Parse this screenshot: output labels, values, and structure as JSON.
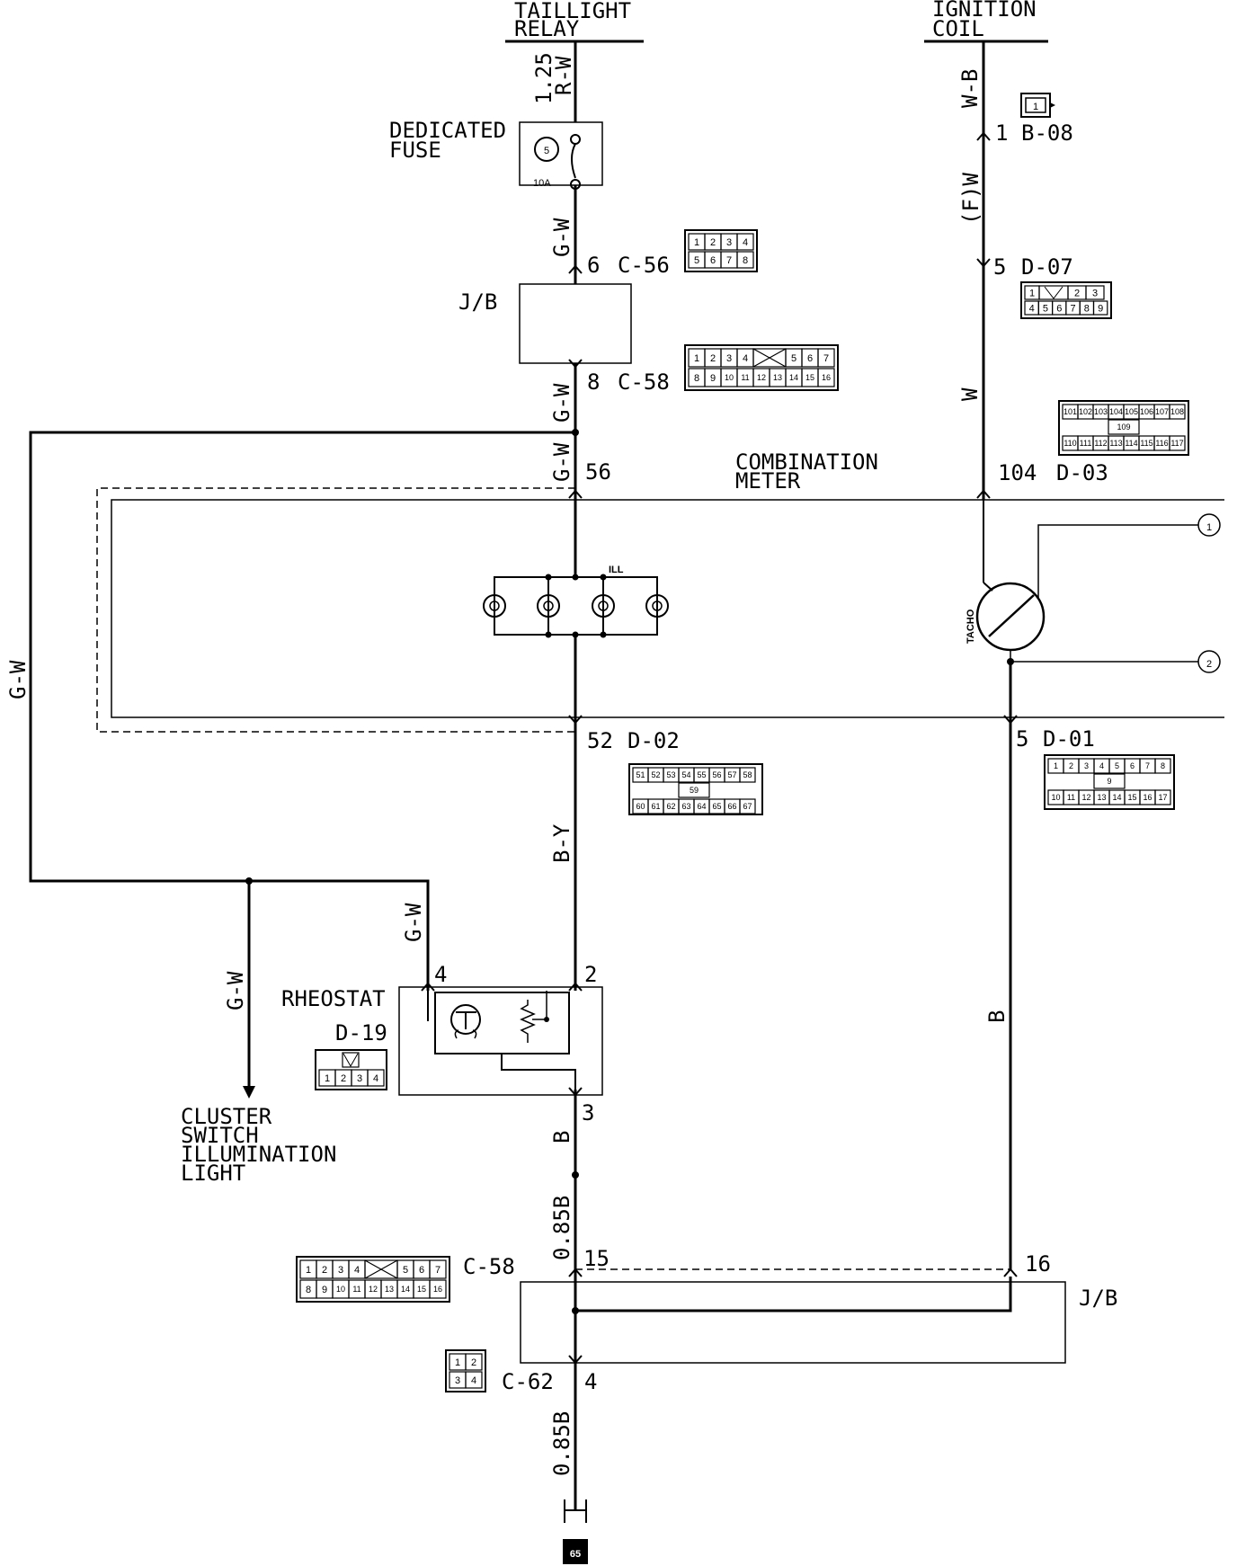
{
  "components": {
    "taillight_relay": [
      "TAILLIGHT",
      "RELAY"
    ],
    "ignition_coil": [
      "IGNITION",
      "COIL"
    ],
    "dedicated_fuse": [
      "DEDICATED",
      "FUSE"
    ],
    "fuse_number": "5",
    "fuse_rating": "10A",
    "jb": "J/B",
    "combination_meter": [
      "COMBINATION",
      "METER"
    ],
    "ill": "ILL",
    "tacho": "TACHO",
    "rheostat": "RHEOSTAT",
    "rheostat_connector": "D-19",
    "cluster_light": [
      "CLUSTER",
      "SWITCH",
      "ILLUMINATION",
      "LIGHT"
    ]
  },
  "wires": {
    "relay_out_size": "1.25",
    "relay_out_color": "R-W",
    "gw": "G-W",
    "by": "B-Y",
    "b": "B",
    "b085": "0.85B",
    "wb": "W-B",
    "fw": "(F)W",
    "w": "W"
  },
  "connectors": {
    "c56": {
      "pin": "6",
      "name": "C-56",
      "pins": [
        "1",
        "2",
        "3",
        "4",
        "5",
        "6",
        "7",
        "8"
      ]
    },
    "c58_top": {
      "pin": "8",
      "name": "C-58",
      "pins": [
        "1",
        "2",
        "3",
        "4",
        "5",
        "6",
        "7",
        "8",
        "9",
        "10",
        "11",
        "12",
        "13",
        "14",
        "15",
        "16"
      ]
    },
    "d02": {
      "pin_in": "56",
      "pin_out": "52",
      "name": "D-02",
      "pins_top": [
        "51",
        "52",
        "53",
        "54",
        "55",
        "56",
        "57",
        "58"
      ],
      "pin_mid": "59",
      "pins_bot": [
        "60",
        "61",
        "62",
        "63",
        "64",
        "65",
        "66",
        "67"
      ]
    },
    "b08": {
      "pin": "1",
      "name": "B-08",
      "pins": [
        "1"
      ]
    },
    "d07": {
      "pin": "5",
      "name": "D-07",
      "pins": [
        "1",
        "2",
        "3",
        "4",
        "5",
        "6",
        "7",
        "8",
        "9"
      ]
    },
    "d03": {
      "pin": "104",
      "name": "D-03",
      "pins_top": [
        "101",
        "102",
        "103",
        "104",
        "105",
        "106",
        "107",
        "108"
      ],
      "pin_mid": "109",
      "pins_bot": [
        "110",
        "111",
        "112",
        "113",
        "114",
        "115",
        "116",
        "117"
      ]
    },
    "d01": {
      "pin": "5",
      "name": "D-01",
      "pins_top": [
        "1",
        "2",
        "3",
        "4",
        "5",
        "6",
        "7",
        "8"
      ],
      "pin_mid": "9",
      "pins_bot": [
        "10",
        "11",
        "12",
        "13",
        "14",
        "15",
        "16",
        "17"
      ]
    },
    "d19": {
      "pins": [
        "1",
        "2",
        "3",
        "4"
      ],
      "pin_gw": "4",
      "pin_by": "2",
      "pin_b": "3"
    },
    "c58_bot": {
      "name": "C-58",
      "pin_a": "15",
      "pin_b": "16",
      "pins": [
        "1",
        "2",
        "3",
        "4",
        "5",
        "6",
        "7",
        "8",
        "9",
        "10",
        "11",
        "12",
        "13",
        "14",
        "15",
        "16"
      ]
    },
    "c62": {
      "pin": "4",
      "name": "C-62",
      "pins": [
        "1",
        "2",
        "3",
        "4"
      ]
    }
  },
  "references": {
    "out1": "1",
    "out2": "2",
    "ground": "65"
  }
}
